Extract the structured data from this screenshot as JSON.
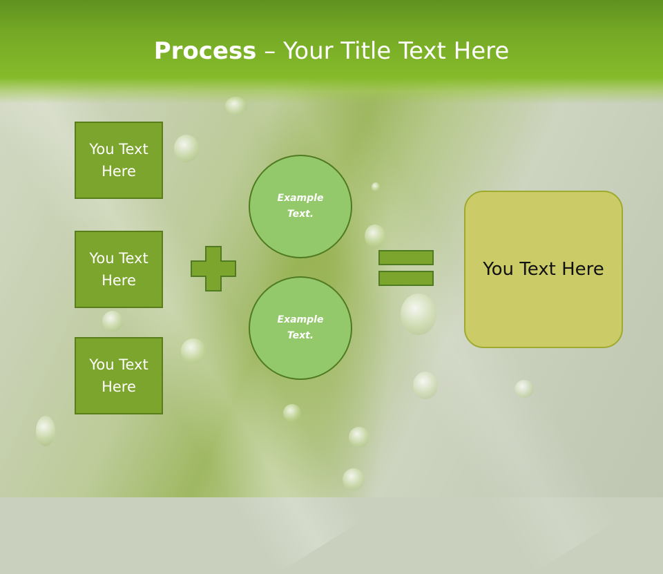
{
  "title": {
    "bold": "Process",
    "rest": " – Your Title Text Here"
  },
  "left_boxes": [
    {
      "line1": "You Text",
      "line2": "Here"
    },
    {
      "line1": "You Text",
      "line2": "Here"
    },
    {
      "line1": "You Text",
      "line2": "Here"
    }
  ],
  "circles": [
    {
      "line1": "Example",
      "line2": "Text."
    },
    {
      "line1": "Example",
      "line2": "Text."
    }
  ],
  "result_box": {
    "label": "You Text Here"
  },
  "colors": {
    "header_green": "#74a825",
    "box_green": "#7ca52d",
    "circle_green": "#93c96a",
    "result_olive": "#cbcc68"
  },
  "icons": {
    "plus": "plus-icon",
    "equals": "equals-icon"
  }
}
